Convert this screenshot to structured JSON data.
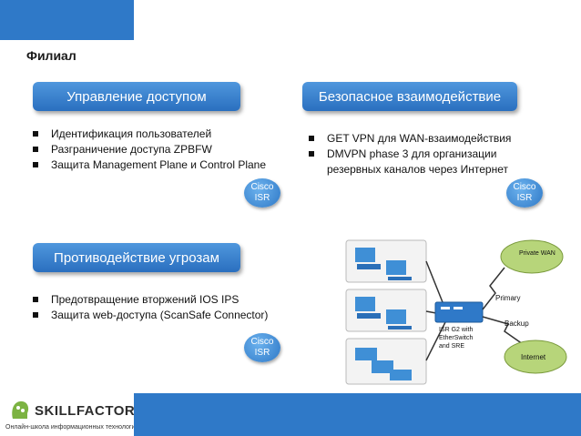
{
  "heading": "Филиал",
  "sections": {
    "access": {
      "title": "Управление доступом",
      "items": [
        "Идентификация пользователей",
        "Разграничение доступа ZPBFW",
        "Защита Management Plane и Control Plane"
      ]
    },
    "secure": {
      "title": "Безопасное взаимодействие",
      "items": [
        "GET VPN для WAN-взаимодействия",
        "DMVPN phase 3 для организации",
        "резервных каналов через Интернет"
      ]
    },
    "threat": {
      "title": "Противодействие угрозам",
      "items": [
        "Предотвращение вторжений IOS IPS",
        "Защита web-доступа (ScanSafe Connector)"
      ]
    }
  },
  "badge": {
    "line1": "Cisco",
    "line2": "ISR"
  },
  "diagram": {
    "private_wan": "Private WAN",
    "internet": "Internet",
    "primary": "Primary",
    "backup": "Backup",
    "isr_lines": [
      "ISR G2 with",
      "EtherSwitch",
      "and SRE"
    ]
  },
  "logo": {
    "name": "SKILLFACTORY",
    "tagline": "Онлайн-школа информационных технологий"
  },
  "colors": {
    "accent": "#2f79c8",
    "cloud": "#b7d57a"
  }
}
